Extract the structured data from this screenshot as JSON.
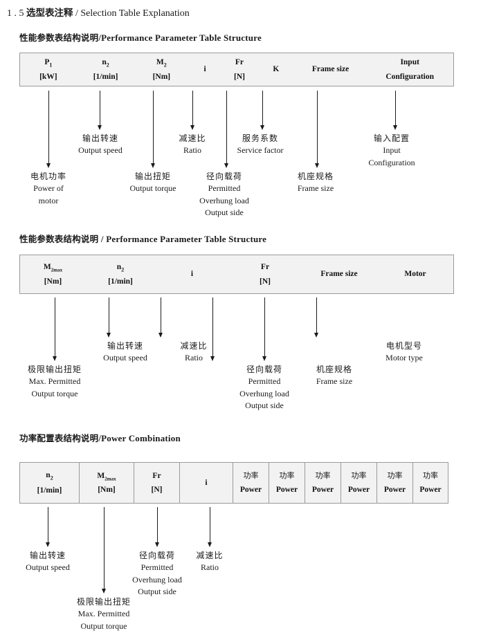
{
  "document": {
    "section_number": "1 . 5",
    "title_cn": "选型表注释",
    "title_sep": "/",
    "title_en": "Selection Table Explanation"
  },
  "sections": [
    {
      "heading_cn": "性能参数表结构说明",
      "heading_sep": "/",
      "heading_en": "Performance Parameter Table Structure",
      "table": {
        "columns": [
          {
            "symbol": "P",
            "sub": "1",
            "unit": "[kW]"
          },
          {
            "symbol": "n",
            "sub": "2",
            "unit": "[1/min]"
          },
          {
            "symbol": "M",
            "sub": "2",
            "unit": "[Nm]"
          },
          {
            "symbol": "i",
            "sub": "",
            "unit": ""
          },
          {
            "symbol": "Fr",
            "sub": "",
            "unit": "[N]"
          },
          {
            "symbol": "K",
            "sub": "",
            "unit": ""
          },
          {
            "symbol": "Frame size",
            "sub": "",
            "unit": ""
          },
          {
            "symbol": "Input",
            "sub": "",
            "unit": "Configuration"
          }
        ]
      },
      "callouts": [
        {
          "cn": "电机功率",
          "en1": "Power of",
          "en2": "motor",
          "en3": ""
        },
        {
          "cn": "输出转速",
          "en1": "Output speed",
          "en2": "",
          "en3": ""
        },
        {
          "cn": "输出扭矩",
          "en1": "Output torque",
          "en2": "",
          "en3": ""
        },
        {
          "cn": "减速比",
          "en1": "Ratio",
          "en2": "",
          "en3": ""
        },
        {
          "cn": "径向载荷",
          "en1": "Permitted",
          "en2": "Overhung load",
          "en3": "Output side"
        },
        {
          "cn": "服务系数",
          "en1": "Service factor",
          "en2": "",
          "en3": ""
        },
        {
          "cn": "机座规格",
          "en1": "Frame size",
          "en2": "",
          "en3": ""
        },
        {
          "cn": "输入配置",
          "en1": "Input",
          "en2": "Configuration",
          "en3": ""
        }
      ]
    },
    {
      "heading_cn": "性能参数表结构说明",
      "heading_sep": "/",
      "heading_en": "Performance Parameter Table Structure",
      "table": {
        "columns": [
          {
            "symbol": "M",
            "sub": "2max",
            "unit": "[Nm]"
          },
          {
            "symbol": "n",
            "sub": "2",
            "unit": "[1/min]"
          },
          {
            "symbol": "i",
            "sub": "",
            "unit": ""
          },
          {
            "symbol": "Fr",
            "sub": "",
            "unit": "[N]"
          },
          {
            "symbol": "Frame size",
            "sub": "",
            "unit": ""
          },
          {
            "symbol": "Motor",
            "sub": "",
            "unit": ""
          }
        ]
      },
      "callouts": [
        {
          "cn": "极限输出扭矩",
          "en1": "Max. Permitted",
          "en2": "Output  torque",
          "en3": ""
        },
        {
          "cn": "输出转速",
          "en1": "Output speed",
          "en2": "",
          "en3": ""
        },
        {
          "cn": "减速比",
          "en1": "Ratio",
          "en2": "",
          "en3": ""
        },
        {
          "cn": "径向载荷",
          "en1": "Permitted",
          "en2": "Overhung load",
          "en3": "Output side"
        },
        {
          "cn": "机座规格",
          "en1": "Frame size",
          "en2": "",
          "en3": ""
        },
        {
          "cn": "电机型号",
          "en1": "Motor type",
          "en2": "",
          "en3": ""
        }
      ]
    },
    {
      "heading_cn": "功率配置表结构说明",
      "heading_sep": "/",
      "heading_en": "Power Combination",
      "table": {
        "columns": [
          {
            "symbol": "n",
            "sub": "2",
            "unit": "[1/min]"
          },
          {
            "symbol": "M",
            "sub": "2max",
            "unit": "[Nm]"
          },
          {
            "symbol": "Fr",
            "sub": "",
            "unit": "[N]"
          },
          {
            "symbol": "i",
            "sub": "",
            "unit": ""
          },
          {
            "symbol": "功率",
            "sub": "",
            "unit": "Power"
          },
          {
            "symbol": "功率",
            "sub": "",
            "unit": "Power"
          },
          {
            "symbol": "功率",
            "sub": "",
            "unit": "Power"
          },
          {
            "symbol": "功率",
            "sub": "",
            "unit": "Power"
          },
          {
            "symbol": "功率",
            "sub": "",
            "unit": "Power"
          },
          {
            "symbol": "功率",
            "sub": "",
            "unit": "Power"
          }
        ]
      },
      "callouts": [
        {
          "cn": "输出转速",
          "en1": "Output speed",
          "en2": "",
          "en3": ""
        },
        {
          "cn": "极限输出扭矩",
          "en1": "Max. Permitted",
          "en2": "Output  torque",
          "en3": ""
        },
        {
          "cn": "径向载荷",
          "en1": "Permitted",
          "en2": "Overhung load",
          "en3": "Output side"
        },
        {
          "cn": "减速比",
          "en1": "Ratio",
          "en2": "",
          "en3": ""
        }
      ]
    }
  ],
  "colors": {
    "table_fill": "#f2f2f2",
    "table_border": "#9a9a9a",
    "text": "#1a1a1a"
  }
}
